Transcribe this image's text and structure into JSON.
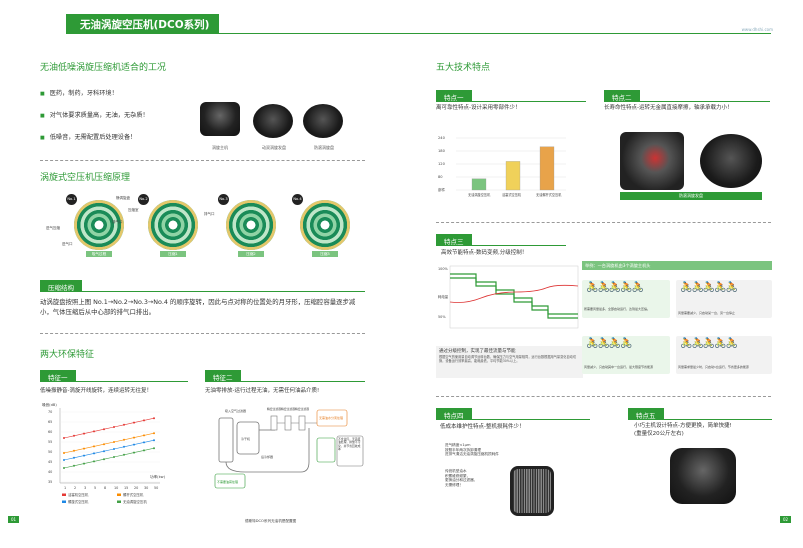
{
  "header": {
    "title": "无油涡旋空压机(DCO系列)",
    "url": "www.dhshi.com"
  },
  "left": {
    "section1": {
      "title": "无油低噪涡旋压缩机适合的工况",
      "bullets": [
        "医药，制药，牙科环境！",
        "对气体要求质量高，无油，无杂质！",
        "低噪音，无需配置后处理设备！"
      ],
      "captions": [
        "涡旋主机",
        "动双涡旋发盘",
        "防滚涡旋盘"
      ]
    },
    "section2": {
      "title": "涡旋式空压机压缩原理",
      "numbers": [
        "No.1",
        "No.2",
        "No.3",
        "No.4"
      ],
      "labels": {
        "move": "静涡旋盘",
        "compress": "压缩室",
        "exhaust": "排气口",
        "exhaust2": "排气口",
        "intake_chamber": "进气压缩",
        "intake": "进气口"
      },
      "stages": [
        "吸气过程",
        "压缩1",
        "压缩2",
        "压缩3"
      ]
    },
    "section3": {
      "badge": "压缩结构",
      "text": "动涡旋盘按照上图 No.1→No.2→No.3→No.4 的顺序旋转，因此与点对称的位置处的月牙形，压缩腔容量逐步减小，气体压缩后从中心部的排气口排出。"
    },
    "section4": {
      "title": "两大环保特征",
      "feature1": {
        "badge": "特征一",
        "desc": "低噪振静音-涡旋开线旋转，连续运转无往复！",
        "chart_unit": "噪音(dB)",
        "xlabel": "功率(kw)",
        "yticks": [
          "70",
          "65",
          "60",
          "55",
          "50",
          "45",
          "40",
          "35"
        ],
        "xticks": [
          "1",
          "2",
          "3",
          "5",
          "8",
          "10",
          "15",
          "20",
          "30",
          "50"
        ],
        "legend": [
          "活塞机空压机",
          "螺杆式空压机",
          "螺旋式空压机",
          "无油涡旋空压机"
        ]
      },
      "feature2": {
        "badge": "特征二",
        "desc": "无油零排放-运行过程无油，无需任何油品介质!",
        "labels": {
          "filter": "吸入空气过滤器",
          "dryer": "冷干机",
          "t1": "精密过滤器",
          "t2": "精密过滤器",
          "t3": "精密过滤器",
          "cooler": "后冷却器",
          "warn": "无需油水分离处理",
          "note": "不含油污，无需废油处理，排放不污染，并节省回收成本",
          "tank": "不需要油雾处理",
          "caption": "德斯特DCO系列无油机是配置图"
        }
      }
    }
  },
  "right": {
    "title": "五大技术特点",
    "t1": {
      "badge": "特点一",
      "desc": "离可靠性特点-设计采用零部件少！",
      "chart_data": {
        "type": "bar",
        "categories": [
          "无油涡旋空压机",
          "活塞式空压机",
          "无油螺杆式空压机"
        ],
        "values": [
          52,
          132,
          200
        ],
        "yticks": [
          "240",
          "180",
          "120",
          "80",
          "部件"
        ],
        "ylim": [
          0,
          240
        ]
      }
    },
    "t2": {
      "badge": "特点二",
      "desc": "长寿命性特点-运转无金属直接摩擦，轴承承载力小！",
      "caption": "防滚涡旋发盘"
    },
    "t3": {
      "badge": "特点三",
      "desc": "高效节能特点-数码变频,分级控制！",
      "chart_note_title": "通过分级控制，实现了最佳流量与节能",
      "chart_note_text": "根据空气的使用量自动调节运转台数，确保压力与空气用量相同，运行台数根据用气量变化自动切换，设备运行效率最高，能耗最低，平均节能30%以上。",
      "y_labels": [
        "100%",
        "耗电量",
        "50%"
      ],
      "bikes_header": "举例：一台涡旋机由3个涡旋主机头",
      "bikes_captions": [
        "所需要风量最多，全部启动运行，达到最大压缩。",
        "风量需要减少，只启动某一台，另一台停止",
        "风量减少，只启动其中一台运行，最大限度节省能源",
        "风量需求量最少时，只启动1台运行，节省更多的能源"
      ]
    },
    "t4": {
      "badge": "特点四",
      "desc": "低成本维护性特点-整机损耗件少！",
      "bullets": [
        "进气精度<1μm\n按照半年两次拆卸清理\n进排气清洁无油涡旋压缩机损耗件",
        "传统机型油水\n积累维修频繁，\n更换油分和过滤器，\n无需修理！"
      ]
    },
    "t5": {
      "badge": "特点五",
      "desc": "小巧主机设计特点-方便更换，简单快捷!\n(重量仅20公斤左右)"
    }
  },
  "pages": {
    "left": "01",
    "right": "02"
  }
}
